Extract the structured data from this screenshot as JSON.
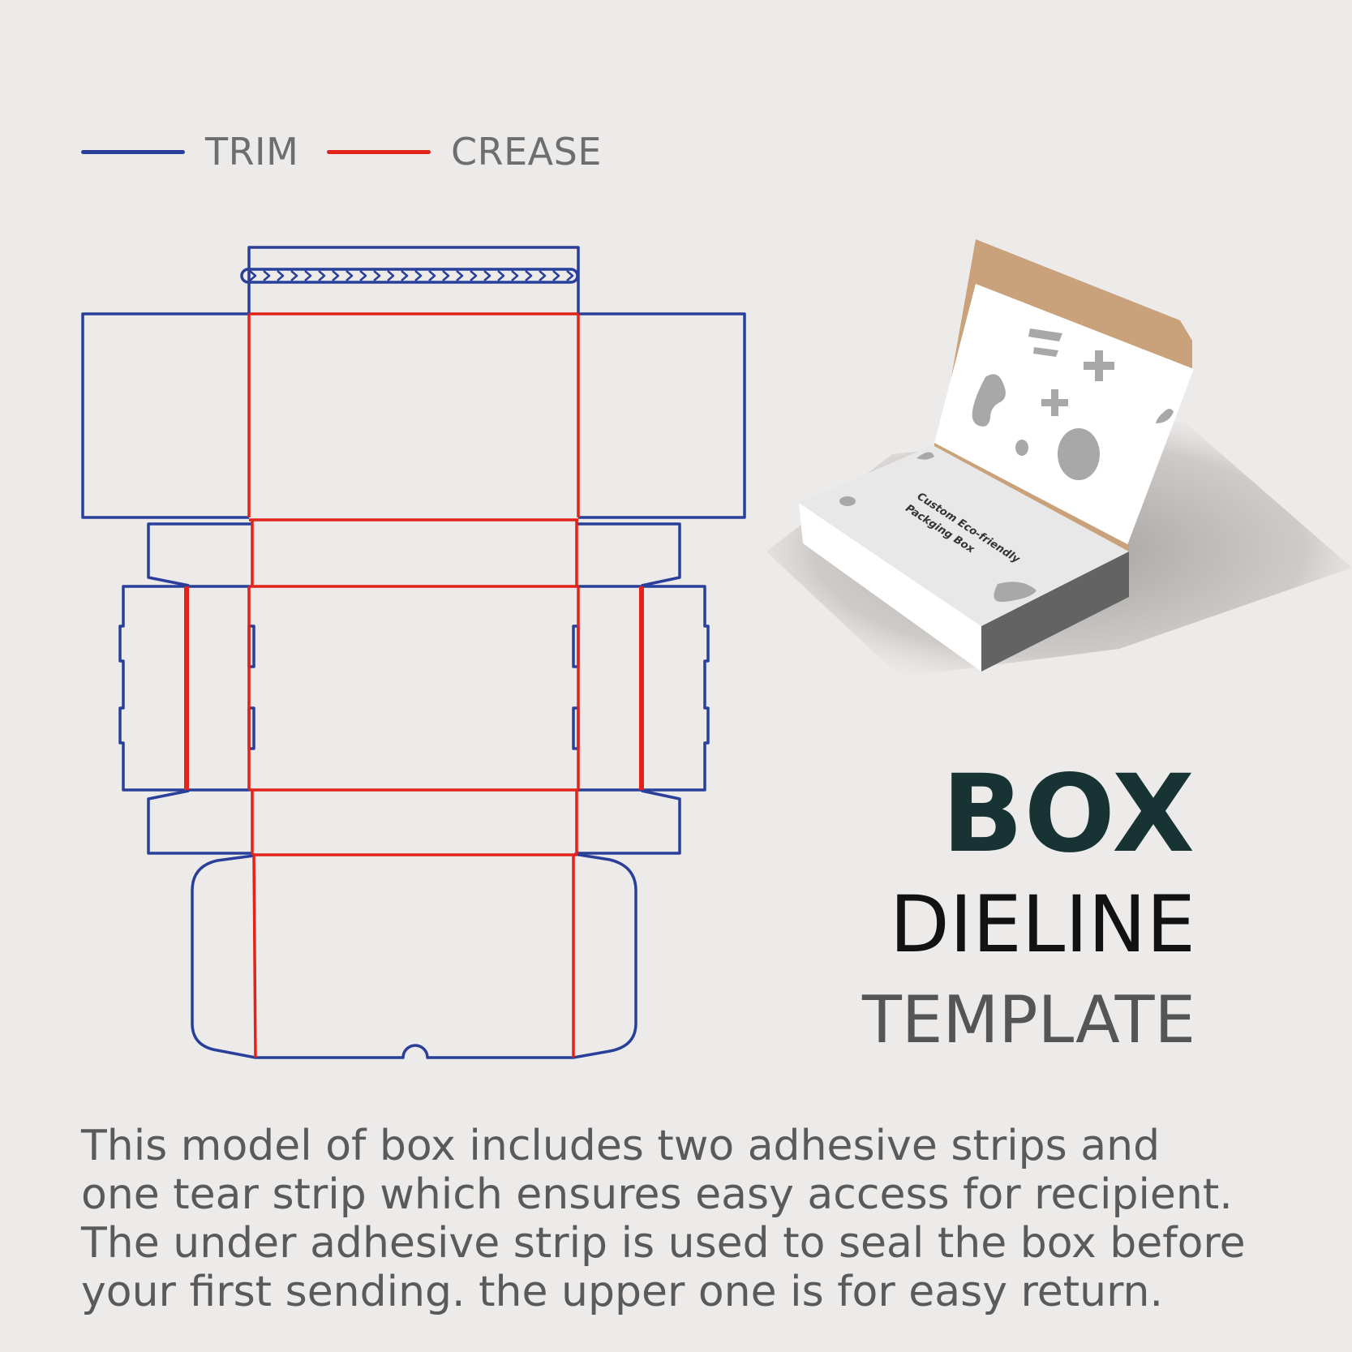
{
  "legend": {
    "trim": {
      "label": "TRIM",
      "color": "#2a3f9a"
    },
    "crease": {
      "label": "CREASE",
      "color": "#e2231a"
    }
  },
  "mockup": {
    "lid_text_line1": "Custom Eco-friendly",
    "lid_text_line2": "Packging Box"
  },
  "title": {
    "main": "BOX",
    "sub": "DIELINE",
    "kind": "TEMPLATE"
  },
  "description": "This model of box includes two adhesive strips and one tear strip which ensures easy access for recipient. The under adhesive strip is used to seal the box before your first sending. the upper one is for easy return."
}
